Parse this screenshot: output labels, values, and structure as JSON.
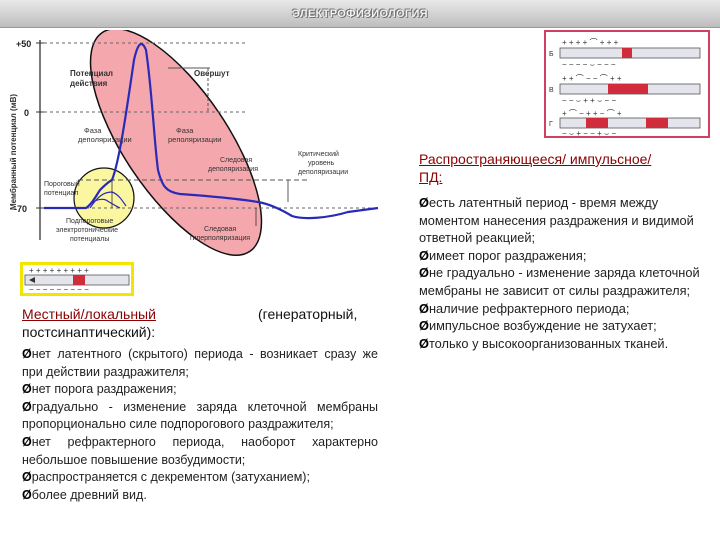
{
  "header": {
    "title": "ЭЛЕКТРОФИЗИОЛОГИЯ"
  },
  "ap_figure": {
    "ylabel": "Мембранный потенциал (мВ)",
    "ticks": [
      "+50",
      "0",
      "-70"
    ],
    "labels": {
      "action_potential": [
        "Потенциал",
        "действия"
      ],
      "overshoot": "Овершут",
      "depolarization_phase": [
        "Фаза",
        "деполяризации"
      ],
      "repolarization_phase": [
        "Фаза",
        "реполяризации"
      ],
      "critical_level": [
        "Критический",
        "уровень",
        "деполяризации"
      ],
      "trace_depolarization": [
        "Следовая",
        "деполяризация"
      ],
      "threshold_potential": [
        "Пороговый",
        "потенциал"
      ],
      "subthreshold": [
        "Подпороговые",
        "электротонические",
        "потенциалы"
      ],
      "trace_hyperpolarization": [
        "Следовая",
        "гиперполяризация"
      ]
    }
  },
  "prop_figure": {
    "row_labels": [
      "Б",
      "В",
      "Г"
    ]
  },
  "local": {
    "title": "Местный/локальный",
    "title_rest": "(генераторный,",
    "title_line2": "постсинаптический):",
    "arrow": "Ø",
    "items": [
      "нет латентного (скрытого) периода - возникает сразу же при действии раздражителя;",
      "нет порога раздражения;",
      "градуально -   изменение заряда клеточной мембраны пропорционально силе подпорогового раздражителя;",
      "нет рефрактерного периода, наоборот характерно небольшое повышение возбудимости;",
      "распространяется с декрементом (затуханием);",
      "более древний вид."
    ]
  },
  "propagating": {
    "title_line1": "Распространяющееся/ импульсное/",
    "title_line2": "ПД:",
    "items": [
      "есть латентный период - время между моментом нанесения раздражения и видимой ответной реакцией;",
      "имеет порог раздражения;",
      "не градуально - изменение заряда клеточной мембраны не зависит от силы раздражителя;",
      "наличие рефрактерного периода;",
      "импульсное возбуждение не затухает;",
      "только у высокоорганизованных тканей."
    ]
  },
  "colors": {
    "accent": "#8b0000",
    "ellipse": "#f4a8ad",
    "trace": "#2a2ab8",
    "highlight": "#f2e600"
  }
}
